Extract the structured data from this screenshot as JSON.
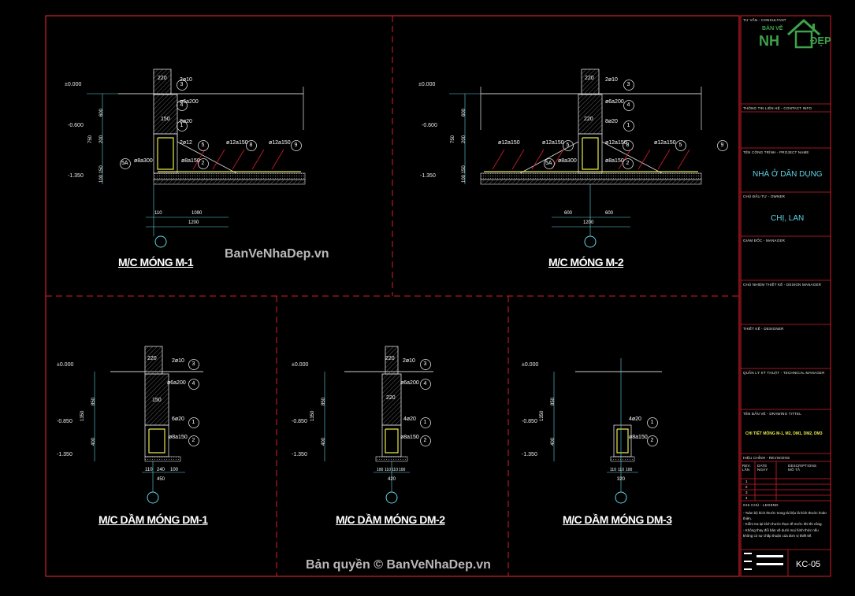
{
  "drawings": [
    {
      "title": "M/C MÓNG M-1"
    },
    {
      "title": "M/C MÓNG M-2"
    },
    {
      "title": "M/C DẦM MÓNG DM-1"
    },
    {
      "title": "M/C DẦM MÓNG DM-2"
    },
    {
      "title": "M/C DẦM MÓNG DM-3"
    }
  ],
  "watermarks": {
    "center": "BanVeNhaDep.vn",
    "bottom": "Bản quyền © BanVeNhaDep.vn"
  },
  "levels": {
    "zero": "±0.000",
    "m060": "-0.600",
    "m135": "-1.350",
    "m085": "-0.850"
  },
  "m1": {
    "rebar": [
      "2ø10",
      "ø6a200",
      "8ø20",
      "2ø12",
      "ø12a150",
      "ø12a150",
      "ø8a300",
      "ø8a150"
    ],
    "tags": [
      "3",
      "4",
      "1",
      "5",
      "8",
      "9",
      "5A",
      "2"
    ],
    "dims_v": [
      "600",
      "750",
      "200",
      "100 150"
    ],
    "dims_h": [
      "110",
      "1090",
      "1200"
    ],
    "col": "220",
    "col2": "150"
  },
  "m2": {
    "rebar": [
      "2ø10",
      "ø6a200",
      "8ø20",
      "ø12a150",
      "ø12a150",
      "ø12a150",
      "ø12a150",
      "ø8a300",
      "ø8a150"
    ],
    "tags": [
      "3",
      "4",
      "1",
      "5",
      "8",
      "5",
      "9",
      "5A",
      "2"
    ],
    "dims_v": [
      "600",
      "750",
      "200",
      "100 150"
    ],
    "dims_h": [
      "600",
      "600",
      "1200"
    ],
    "col": "220",
    "col2": "220"
  },
  "dm1": {
    "rebar": [
      "2ø10",
      "ø6a200",
      "6ø20",
      "ø8a150"
    ],
    "tags": [
      "3",
      "4",
      "1",
      "2"
    ],
    "dims_v": [
      "850",
      "1350",
      "400"
    ],
    "dims_h": [
      "110",
      "240",
      "100",
      "450"
    ],
    "col": "220",
    "col2": "150"
  },
  "dm2": {
    "rebar": [
      "2ø10",
      "ø6a200",
      "4ø20",
      "ø8a150"
    ],
    "tags": [
      "3",
      "4",
      "1",
      "2"
    ],
    "dims_v": [
      "850",
      "1350",
      "400"
    ],
    "dims_h": [
      "100",
      "110",
      "110",
      "100",
      "420"
    ],
    "col": "220",
    "col2": "220"
  },
  "dm3": {
    "rebar": [
      "4ø20",
      "ø8a150"
    ],
    "tags": [
      "1",
      "2"
    ],
    "dims_v": [
      "850",
      "1350",
      "400"
    ],
    "dims_h": [
      "110",
      "110",
      "100",
      "320"
    ]
  },
  "titleblock": {
    "consultant": "TƯ VẤN - CONSULTANT",
    "logo_top": "BẢN VẼ",
    "logo_mid": "NH",
    "logo_end": "ĐẸP",
    "contact": "THÔNG TIN LIÊN HỆ - CONTACT INFO",
    "project_label": "TÊN CÔNG TRÌNH - PROJECT NAME",
    "project": "NHÀ Ở DÂN DỤNG",
    "owner_label": "CHỦ ĐẦU TƯ - OWNER",
    "owner": "CHỊ, LAN",
    "manager_label": "GIÁM ĐỐC - MANAGER",
    "design_manager_label": "CHỦ NHIỆM THIẾT KẾ - DESIGN MANAGER",
    "designer_label": "THIẾT KẾ - DESIGNER",
    "tech_label": "QUẢN LÝ KỸ THUẬT - TECHNICAL MANAGER",
    "drawing_title_label": "TÊN BẢN VẼ - DRAWING TITTEL",
    "drawing_title": "CHI TIẾT MÓNG M-1, M2, DM1, DM2, DM3",
    "revision_label": "HIỆU CHỈNH - REVISIONS",
    "rev_cols": [
      "REV. LẦN",
      "DATE NGÀY",
      "DESCRIPTIONS MÔ TẢ"
    ],
    "rev_rows": [
      "1",
      "2",
      "3",
      "4"
    ],
    "notes_label": "GHI CHÚ - LEGEND",
    "notes": [
      "- Toàn bộ kích thước trong tài liệu là kích thước hoàn thiện.",
      "- Kiểm tra lại kích thước thực tế trước khi thi công.",
      "- Không thay đổi bản vẽ dưới mọi hình thức nếu không có sự chấp thuận của đơn vị thiết kế."
    ],
    "sheet": "KC-05"
  }
}
